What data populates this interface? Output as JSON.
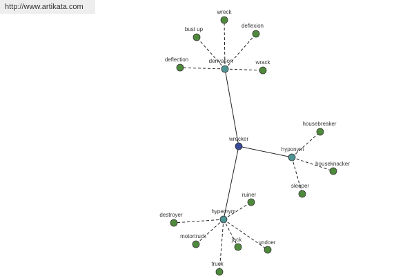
{
  "source_url": "http://www.artikata.com",
  "colors": {
    "center": "#3a4a9a",
    "relation": "#4f9494",
    "leaf": "#4f8a3c",
    "node_stroke": "#333333",
    "edge": "#222222"
  },
  "nodes": [
    {
      "id": "wrecker",
      "label": "wrecker",
      "kind": "center"
    },
    {
      "id": "derivation",
      "label": "derivation",
      "kind": "relation"
    },
    {
      "id": "hyponym",
      "label": "hyponym",
      "kind": "relation"
    },
    {
      "id": "hypernym",
      "label": "hypernym",
      "kind": "relation"
    },
    {
      "id": "wreck",
      "label": "wreck",
      "kind": "leaf"
    },
    {
      "id": "bust_up",
      "label": "bust up",
      "kind": "leaf"
    },
    {
      "id": "deflexion",
      "label": "deflexion",
      "kind": "leaf"
    },
    {
      "id": "deflection",
      "label": "deflection",
      "kind": "leaf"
    },
    {
      "id": "wrack",
      "label": "wrack",
      "kind": "leaf"
    },
    {
      "id": "housebreaker",
      "label": "housebreaker",
      "kind": "leaf"
    },
    {
      "id": "houseknacker",
      "label": "houseknacker",
      "kind": "leaf"
    },
    {
      "id": "sleeper",
      "label": "sleeper",
      "kind": "leaf"
    },
    {
      "id": "ruiner",
      "label": "ruiner",
      "kind": "leaf"
    },
    {
      "id": "destroyer",
      "label": "destroyer",
      "kind": "leaf"
    },
    {
      "id": "motortruck",
      "label": "motortruck",
      "kind": "leaf"
    },
    {
      "id": "jack",
      "label": "jack",
      "kind": "leaf"
    },
    {
      "id": "undoer",
      "label": "undoer",
      "kind": "leaf"
    },
    {
      "id": "truck",
      "label": "truck",
      "kind": "leaf"
    }
  ],
  "edges": [
    {
      "from": "wrecker",
      "to": "derivation",
      "style": "solid"
    },
    {
      "from": "wrecker",
      "to": "hyponym",
      "style": "solid"
    },
    {
      "from": "wrecker",
      "to": "hypernym",
      "style": "solid"
    },
    {
      "from": "derivation",
      "to": "wreck",
      "style": "dashed"
    },
    {
      "from": "derivation",
      "to": "bust_up",
      "style": "dashed"
    },
    {
      "from": "derivation",
      "to": "deflexion",
      "style": "dashed"
    },
    {
      "from": "derivation",
      "to": "deflection",
      "style": "dashed"
    },
    {
      "from": "derivation",
      "to": "wrack",
      "style": "dashed"
    },
    {
      "from": "hyponym",
      "to": "housebreaker",
      "style": "dashed"
    },
    {
      "from": "hyponym",
      "to": "houseknacker",
      "style": "dashed"
    },
    {
      "from": "hyponym",
      "to": "sleeper",
      "style": "dashed"
    },
    {
      "from": "hypernym",
      "to": "ruiner",
      "style": "dashed"
    },
    {
      "from": "hypernym",
      "to": "destroyer",
      "style": "dashed"
    },
    {
      "from": "hypernym",
      "to": "motortruck",
      "style": "dashed"
    },
    {
      "from": "hypernym",
      "to": "jack",
      "style": "dashed"
    },
    {
      "from": "hypernym",
      "to": "undoer",
      "style": "dashed"
    },
    {
      "from": "hypernym",
      "to": "truck",
      "style": "dashed"
    }
  ]
}
